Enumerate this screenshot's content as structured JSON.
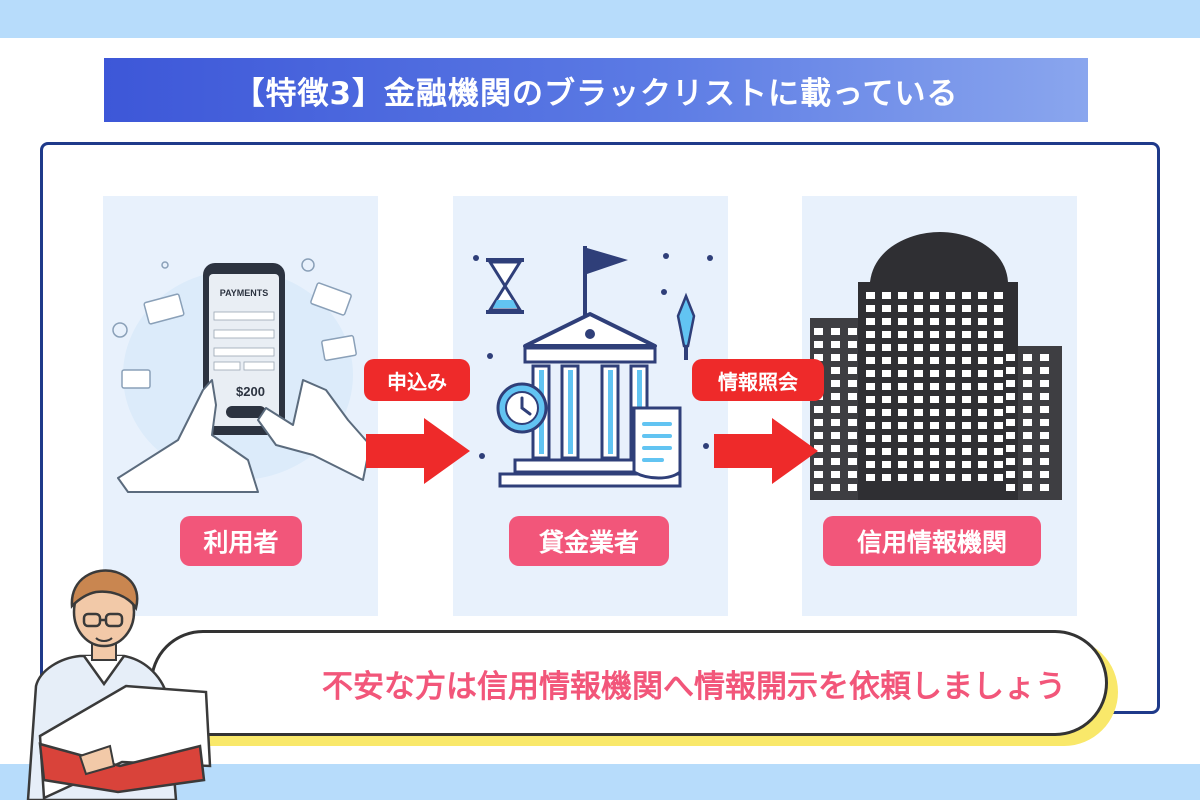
{
  "title": "【特徴3】金融機関のブラックリストに載っている",
  "flow": {
    "nodes": [
      {
        "label": "利用者"
      },
      {
        "label": "貸金業者"
      },
      {
        "label": "信用情報機関"
      }
    ],
    "steps": [
      {
        "label": "申込み"
      },
      {
        "label": "情報照会"
      }
    ]
  },
  "phone_screen": {
    "heading": "PAYMENTS",
    "amount": "$200"
  },
  "note": "不安な方は信用情報機関へ情報開示を依頼しましょう",
  "colors": {
    "title_gradient_start": "#3d57d8",
    "title_gradient_end": "#8aa6ee",
    "label_pink": "#f2567a",
    "arrow_red": "#ee2a2a",
    "band_blue": "#b7dcfb",
    "frame_navy": "#1f3a8a",
    "panel_bg": "#e8f1fc",
    "speech_shadow": "#f9e86a"
  }
}
